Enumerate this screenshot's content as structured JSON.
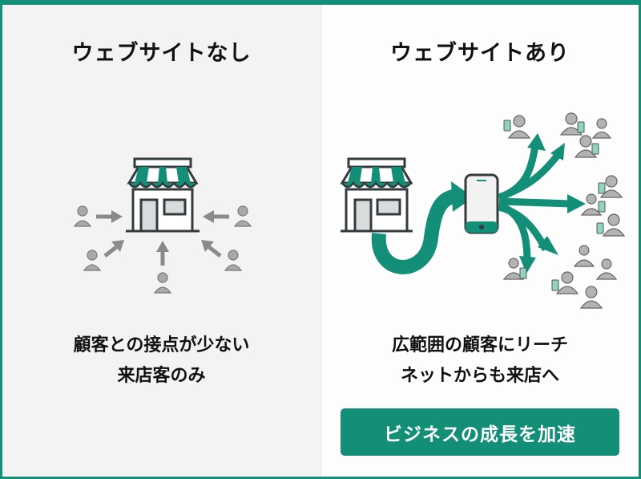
{
  "colors": {
    "accent": "#138f78",
    "person": "#a9a9a9",
    "outline": "#333b3d",
    "left_bg": "#f3f3f3",
    "right_bg": "#fdfdfd"
  },
  "left": {
    "title": "ウェブサイトなし",
    "caption_line1": "顧客との接点が少ない",
    "caption_line2": "来店客のみ",
    "icons": [
      "storefront-icon",
      "person-icon",
      "arrow-icon"
    ]
  },
  "right": {
    "title": "ウェブサイトあり",
    "caption_line1": "広範囲の顧客にリーチ",
    "caption_line2": "ネットからも来店へ",
    "cta_label": "ビジネスの成長を加速",
    "icons": [
      "storefront-icon",
      "smartphone-icon",
      "curved-arrow-icon",
      "person-with-phone-icon"
    ]
  }
}
